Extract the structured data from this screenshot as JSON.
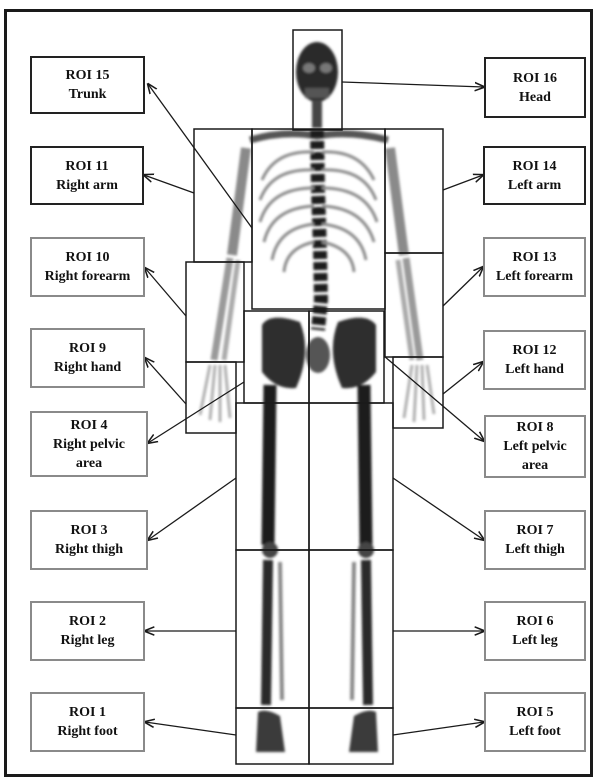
{
  "rois": [
    {
      "id": "roi-15",
      "lines": [
        "ROI 15",
        "Trunk"
      ]
    },
    {
      "id": "roi-16",
      "lines": [
        "ROI 16",
        "Head"
      ]
    },
    {
      "id": "roi-11",
      "lines": [
        "ROI 11",
        "Right arm"
      ]
    },
    {
      "id": "roi-14",
      "lines": [
        "ROI 14",
        "Left arm"
      ]
    },
    {
      "id": "roi-10",
      "lines": [
        "ROI 10",
        "Right forearm"
      ]
    },
    {
      "id": "roi-13",
      "lines": [
        "ROI 13",
        "Left forearm"
      ]
    },
    {
      "id": "roi-9",
      "lines": [
        "ROI 9",
        "Right hand"
      ]
    },
    {
      "id": "roi-12",
      "lines": [
        "ROI 12",
        "Left hand"
      ]
    },
    {
      "id": "roi-4",
      "lines": [
        "ROI 4",
        "Right pelvic",
        "area"
      ]
    },
    {
      "id": "roi-8",
      "lines": [
        "ROI 8",
        "Left pelvic",
        "area"
      ]
    },
    {
      "id": "roi-3",
      "lines": [
        "ROI 3",
        "Right thigh"
      ]
    },
    {
      "id": "roi-7",
      "lines": [
        "ROI 7",
        "Left thigh"
      ]
    },
    {
      "id": "roi-2",
      "lines": [
        "ROI 2",
        "Right leg"
      ]
    },
    {
      "id": "roi-6",
      "lines": [
        "ROI 6",
        "Left leg"
      ]
    },
    {
      "id": "roi-1",
      "lines": [
        "ROI 1",
        "Right foot"
      ]
    },
    {
      "id": "roi-5",
      "lines": [
        "ROI 5",
        "Left foot"
      ]
    }
  ]
}
